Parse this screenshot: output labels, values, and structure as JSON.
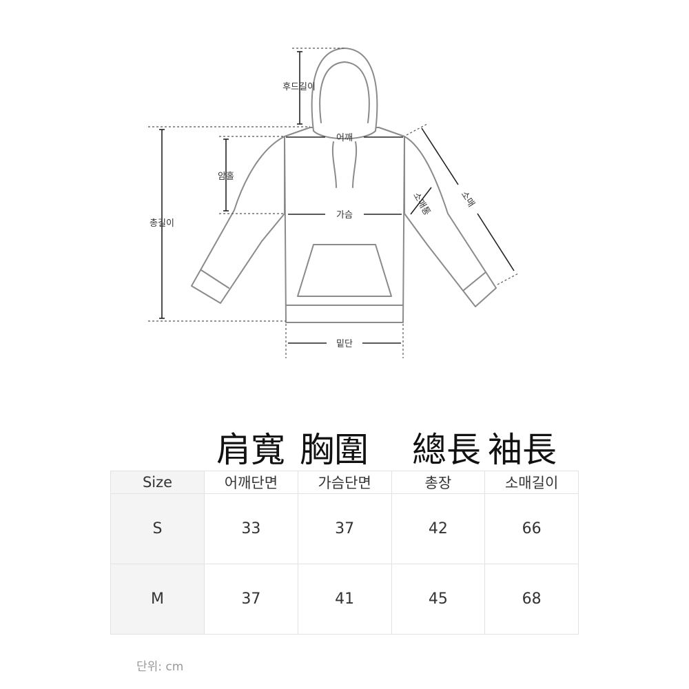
{
  "diagram": {
    "labels": {
      "hood_length": "후드길이",
      "shoulder": "어깨",
      "armhole": "암홀",
      "chest": "가슴",
      "total_length": "총길이",
      "sleeve": "소매",
      "sleeve_width": "소매통",
      "hem": "밑단"
    },
    "line_color": "#8a8a8a"
  },
  "chinese_headers": {
    "shoulder": "肩寬",
    "chest": "胸圍",
    "total_length": "總長",
    "sleeve": "袖長"
  },
  "table": {
    "headers": [
      "Size",
      "어깨단면",
      "가슴단면",
      "총장",
      "소매길이"
    ],
    "rows": [
      [
        "S",
        "33",
        "37",
        "42",
        "66"
      ],
      [
        "M",
        "37",
        "41",
        "45",
        "68"
      ]
    ],
    "header_bg": "#f4f4f4",
    "border_color": "#e2e2e2"
  },
  "unit_note": "단위: cm"
}
